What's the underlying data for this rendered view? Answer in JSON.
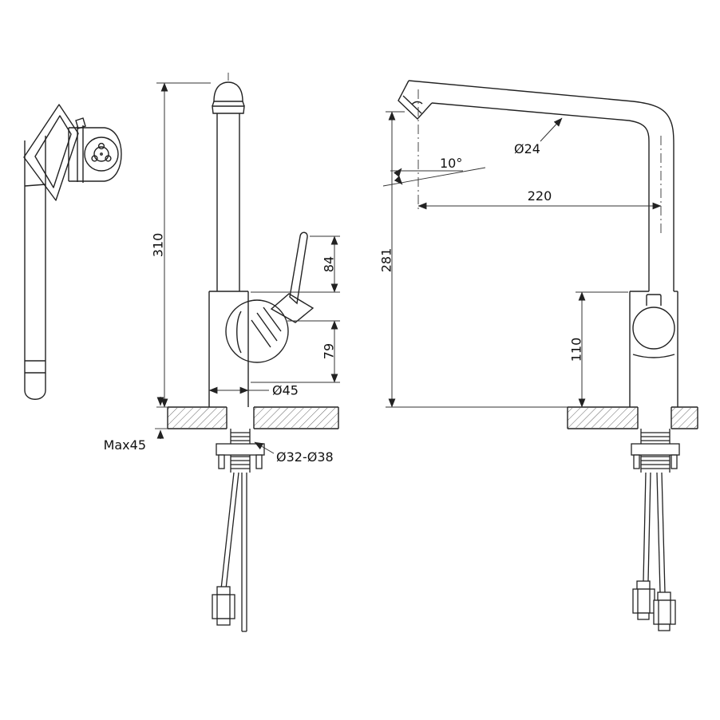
{
  "drawing": {
    "kind": "faucet technical dimension drawing"
  },
  "front": {
    "total_height": "310",
    "handle_length": "84",
    "body_height": "79",
    "body_diameter": "Ø45",
    "max_counter_thickness": "Max45",
    "mounting_hole": "Ø32-Ø38"
  },
  "side": {
    "spout_angle": "10°",
    "spout_diameter": "Ø24",
    "spout_reach": "220",
    "spout_height": "281",
    "body_above_counter": "110"
  }
}
